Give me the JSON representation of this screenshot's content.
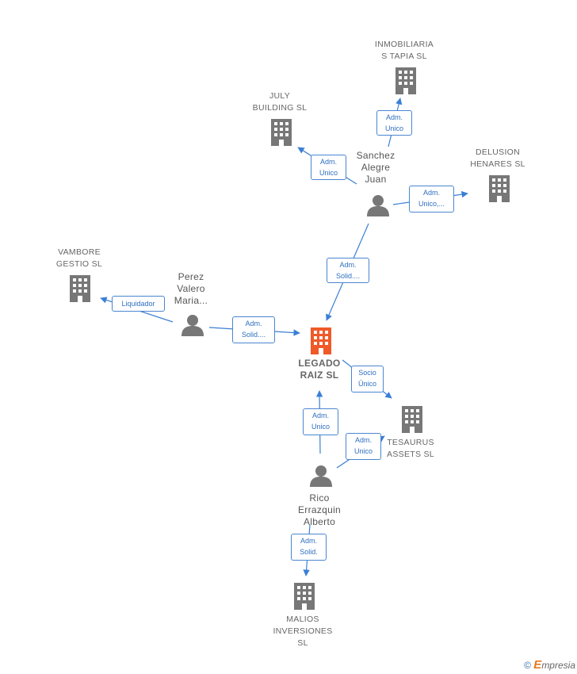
{
  "nodes": {
    "inmobiliaria": {
      "type": "company",
      "label": "INMOBILIARIA\nS TAPIA SL"
    },
    "july": {
      "type": "company",
      "label": "JULY\nBUILDING SL"
    },
    "delusion": {
      "type": "company",
      "label": "DELUSION\nHENARES SL"
    },
    "vambore": {
      "type": "company",
      "label": "VAMBORE\nGESTIO SL"
    },
    "legado": {
      "type": "focus",
      "label": "LEGADO\nRAIZ SL"
    },
    "tesaurus": {
      "type": "company",
      "label": "TESAURUS\nASSETS SL"
    },
    "malios": {
      "type": "company",
      "label": "MALIOS\nINVERSIONES\nSL"
    },
    "sanchez": {
      "type": "person",
      "label": "Sanchez\nAlegre\nJuan"
    },
    "perez": {
      "type": "person",
      "label": "Perez\nValero\nMaria..."
    },
    "rico": {
      "type": "person",
      "label": "Rico\nErrazquin\nAlberto"
    }
  },
  "edges": {
    "sanchez_inmobiliaria": {
      "label": "Adm.\nUnico"
    },
    "sanchez_july": {
      "label": "Adm.\nUnico"
    },
    "sanchez_delusion": {
      "label": "Adm.\nUnico,..."
    },
    "sanchez_legado": {
      "label": "Adm.\nSolid...."
    },
    "perez_vambore": {
      "label": "Liquidador"
    },
    "perez_legado": {
      "label": "Adm.\nSolid...."
    },
    "legado_tesaurus": {
      "label": "Socio\nÚnico"
    },
    "rico_legado": {
      "label": "Adm.\nUnico"
    },
    "rico_tesaurus": {
      "label": "Adm.\nUnico"
    },
    "rico_malios": {
      "label": "Adm.\nSolid."
    }
  },
  "colors": {
    "company": "#777777",
    "focus": "#f05a28",
    "person": "#777777",
    "edge": "#3a7fd5"
  },
  "footer": {
    "copyright": "©",
    "brand": "mpresia",
    "brand_initial": "E"
  }
}
